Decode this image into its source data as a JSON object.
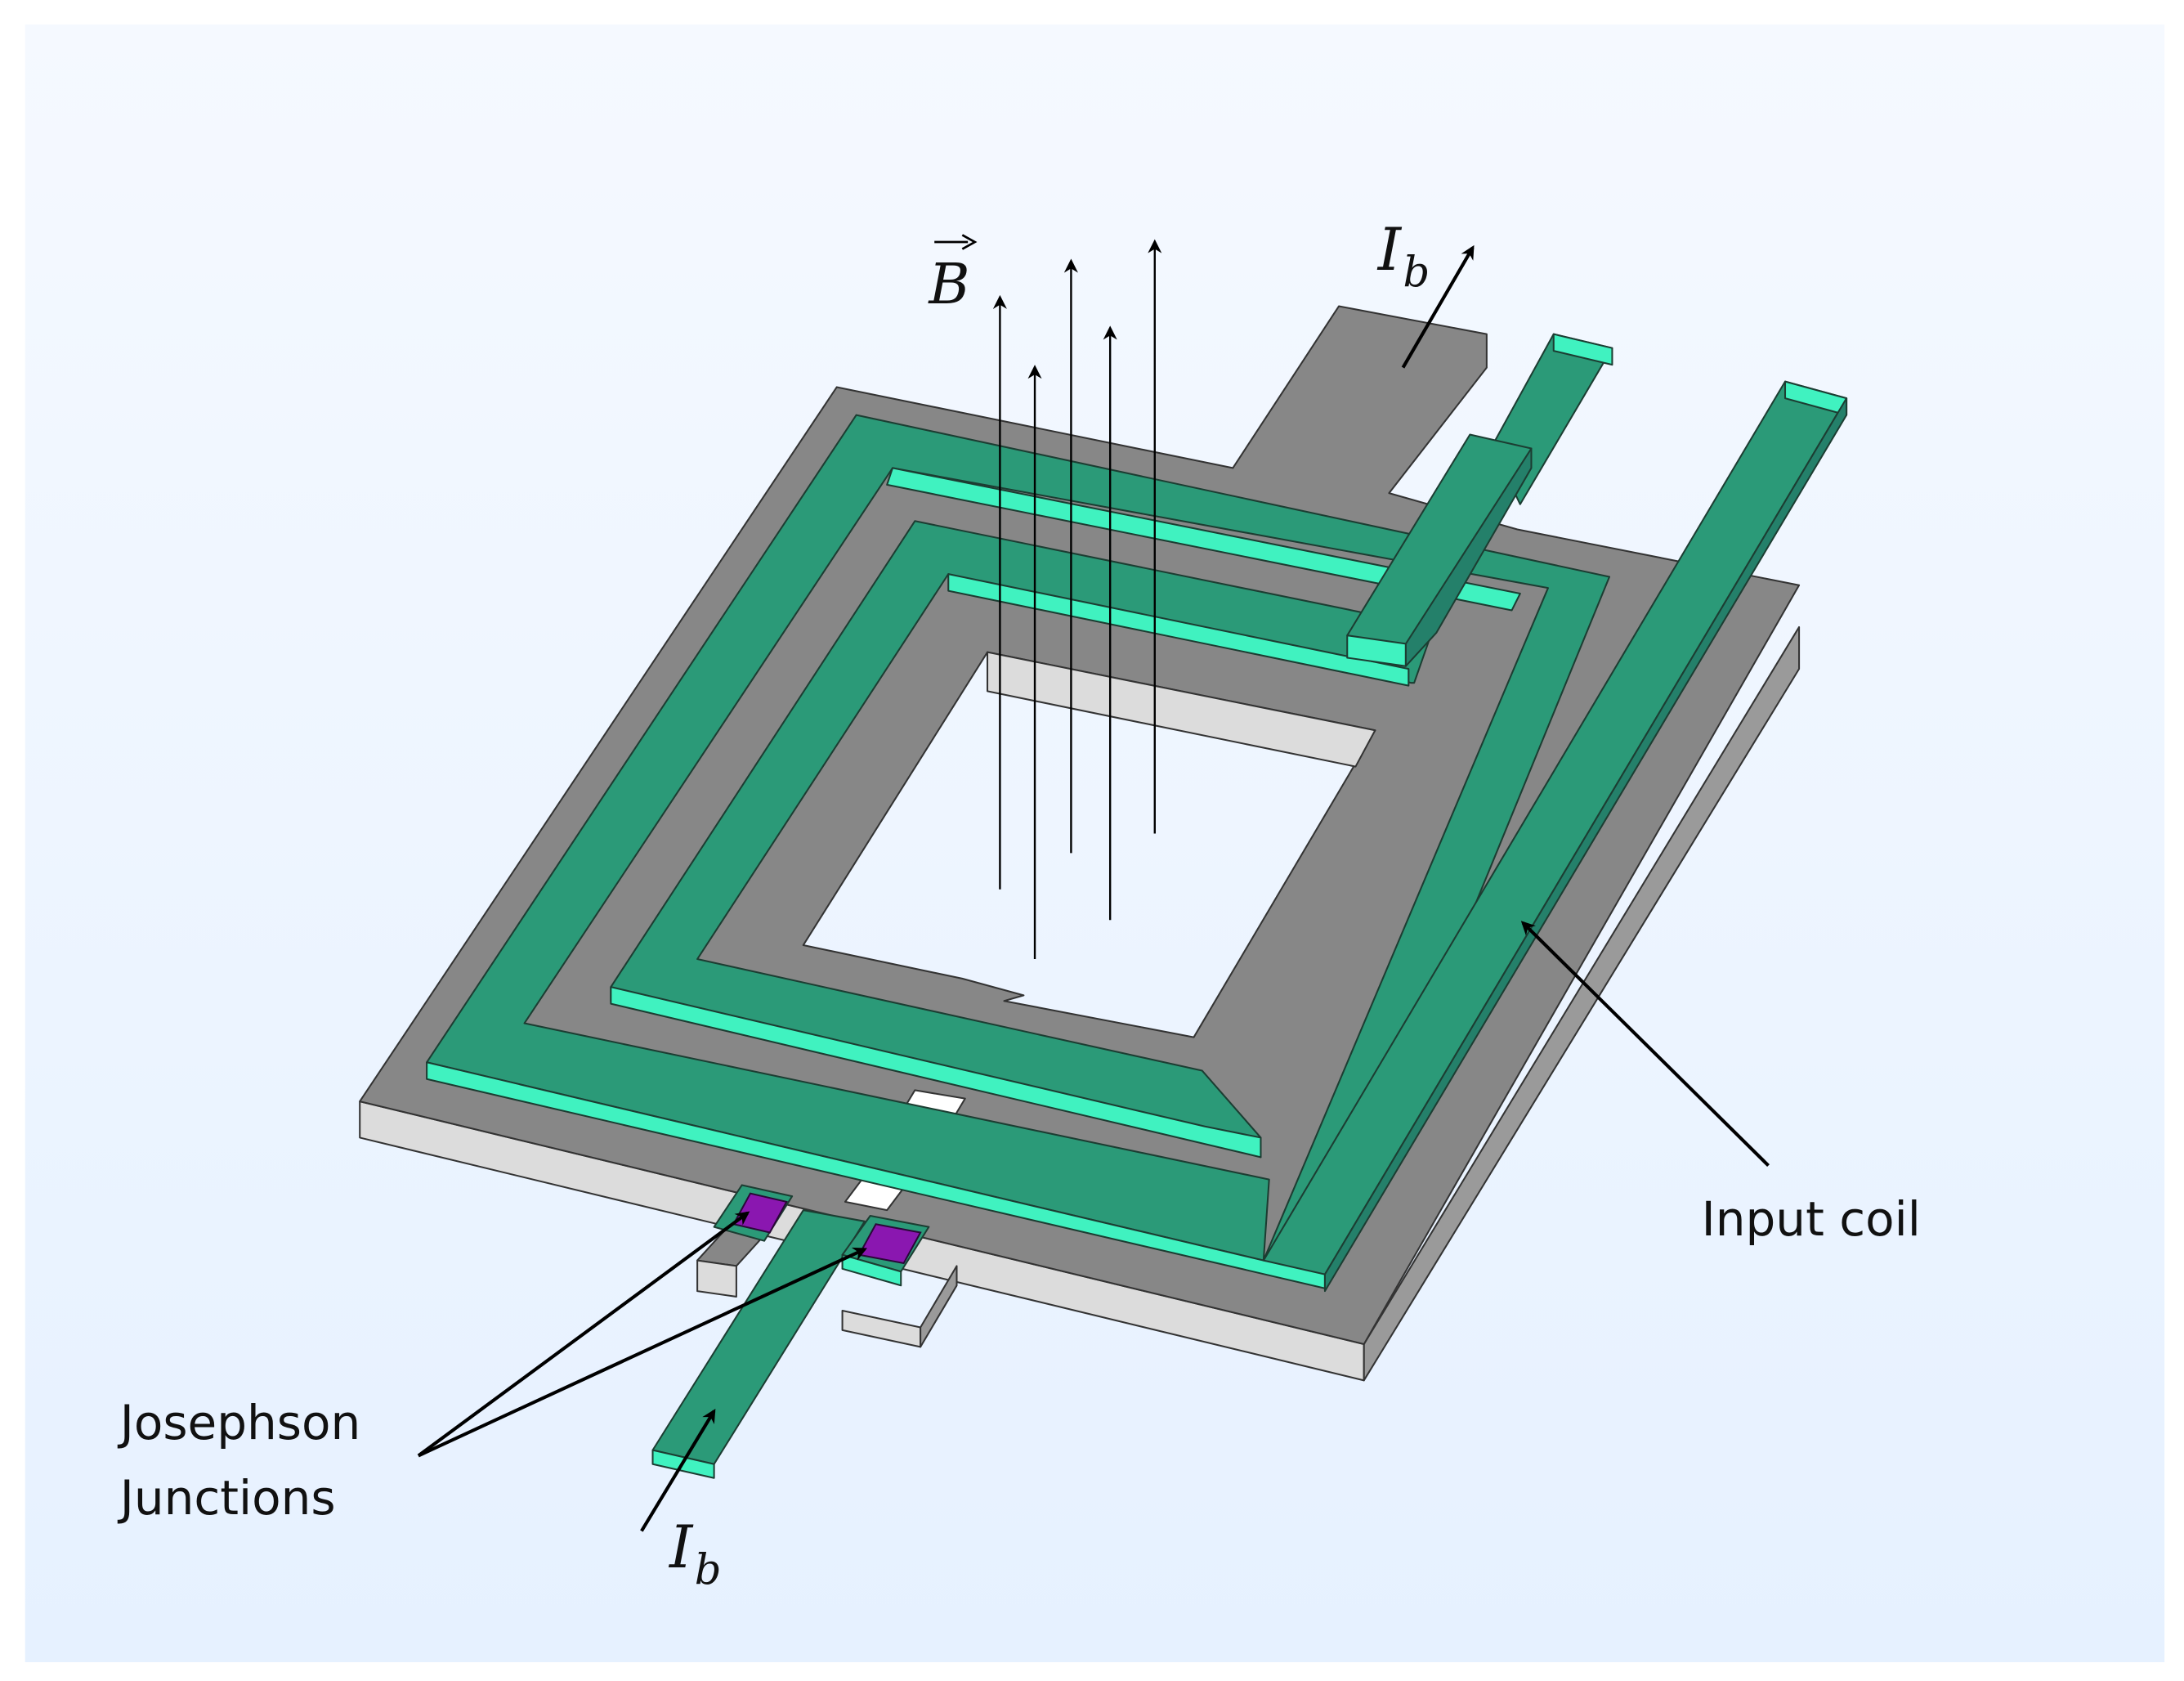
{
  "labels": {
    "magnetic_field": "B",
    "bias_current_symbol": "I",
    "bias_current_subscript": "b",
    "input_coil": "Input coil",
    "josephson_line1": "Josephson",
    "josephson_line2": "Junctions"
  },
  "colors": {
    "background_top": "#f5f9ff",
    "background_bottom": "#e6f1ff",
    "washer_top": "#878787",
    "washer_side": "#dcdcdc",
    "coil_top": "#2b9a78",
    "coil_side": "#40f2c0",
    "junction": "#8a17b0",
    "arrow": "#000000"
  }
}
